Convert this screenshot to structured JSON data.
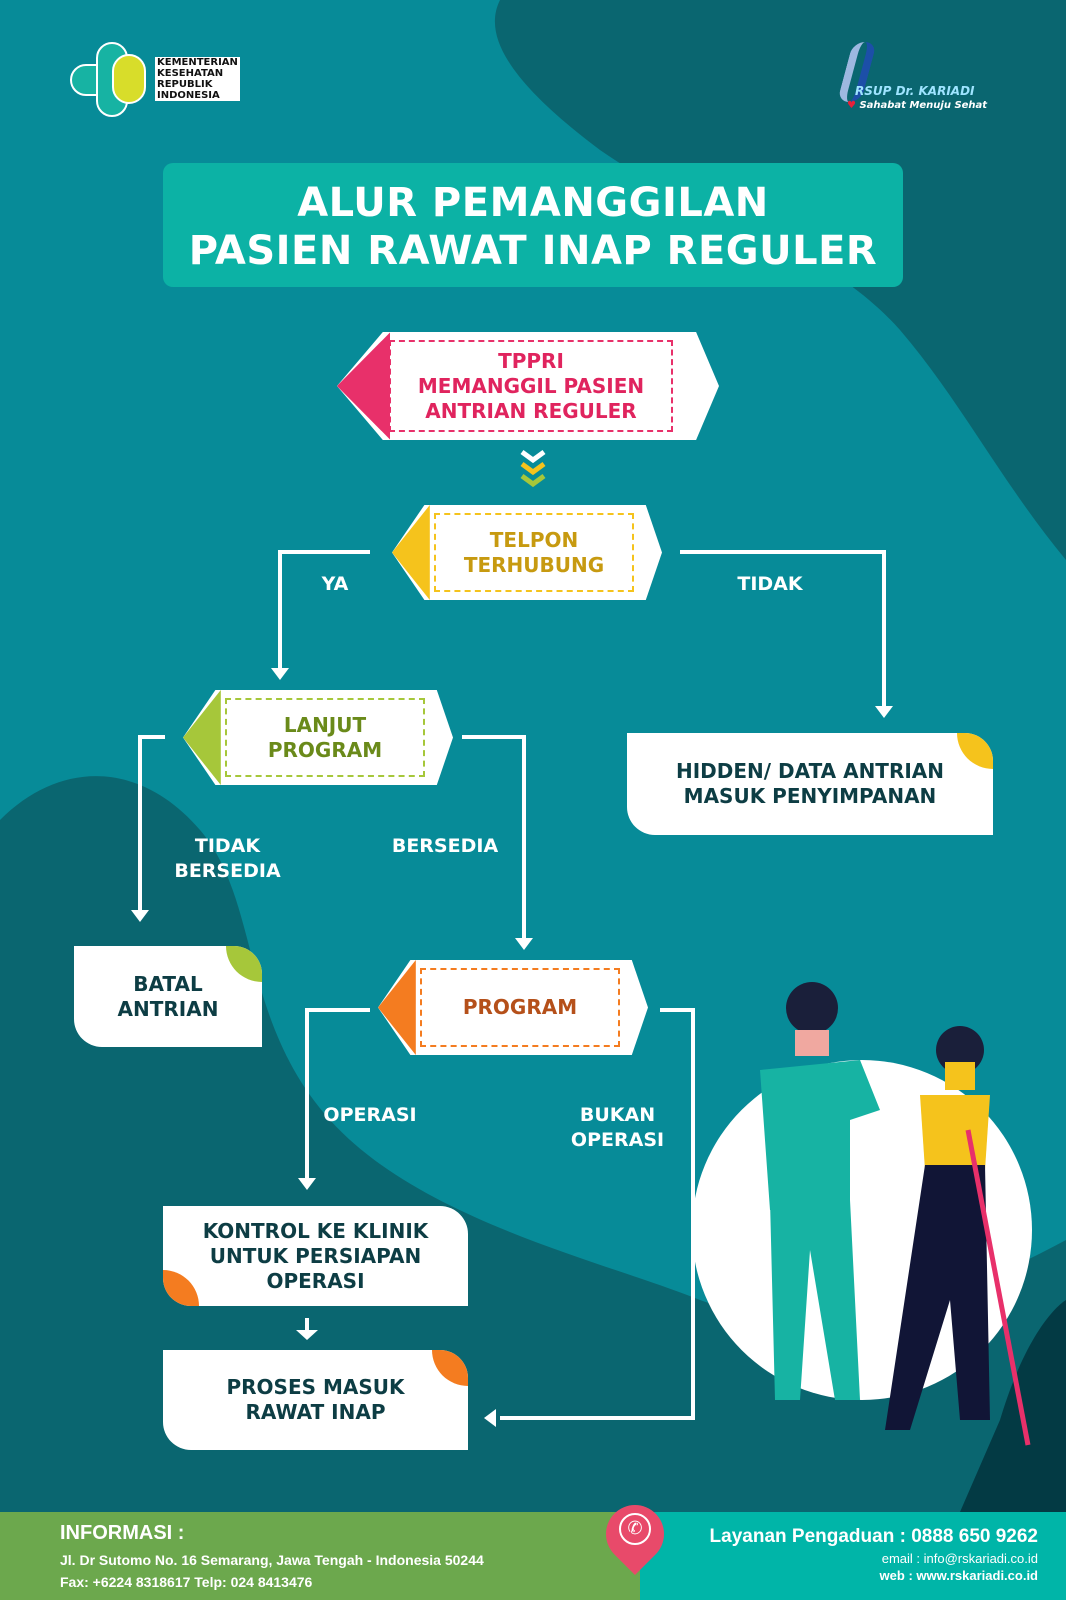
{
  "logos": {
    "kemenkes": [
      "KEMENTERIAN",
      "KESEHATAN",
      "REPUBLIK",
      "INDONESIA"
    ],
    "rsup": "RSUP Dr. KARIADI",
    "rsup_tagline": "Sahabat Menuju Sehat"
  },
  "title": {
    "line1": "ALUR PEMANGGILAN",
    "line2": "PASIEN RAWAT INAP REGULER"
  },
  "nodes": {
    "tppri": [
      "TPPRI",
      "MEMANGGIL PASIEN",
      "ANTRIAN REGULER"
    ],
    "telpon": [
      "TELPON",
      "TERHUBUNG"
    ],
    "lanjut": [
      "LANJUT",
      "PROGRAM"
    ],
    "hidden": [
      "HIDDEN/ DATA ANTRIAN",
      "MASUK PENYIMPANAN"
    ],
    "batal": [
      "BATAL",
      "ANTRIAN"
    ],
    "program": "PROGRAM",
    "kontrol": [
      "KONTROL KE KLINIK",
      "UNTUK PERSIAPAN",
      "OPERASI"
    ],
    "proses": [
      "PROSES MASUK",
      "RAWAT INAP"
    ]
  },
  "edges": {
    "ya": "YA",
    "tidak": "TIDAK",
    "tidak_bersedia": [
      "TIDAK",
      "BERSEDIA"
    ],
    "bersedia": "BERSEDIA",
    "operasi": "OPERASI",
    "bukan_operasi": [
      "BUKAN",
      "OPERASI"
    ]
  },
  "footer": {
    "info_label": "INFORMASI  :",
    "address": "Jl. Dr Sutomo No. 16  Semarang, Jawa Tengah - Indonesia 50244",
    "fax": "Fax: +6224 8318617  Telp: 024  8413476",
    "complaint": "Layanan Pengaduan : 0888 650 9262",
    "email": "email : info@rskariadi.co.id",
    "web": "web : www.rskariadi.co.id"
  },
  "colors": {
    "bg": "#078b98",
    "pink": "#e8306a",
    "yellow": "#f5c31c",
    "green": "#a6c73a",
    "orange": "#f47c20"
  }
}
